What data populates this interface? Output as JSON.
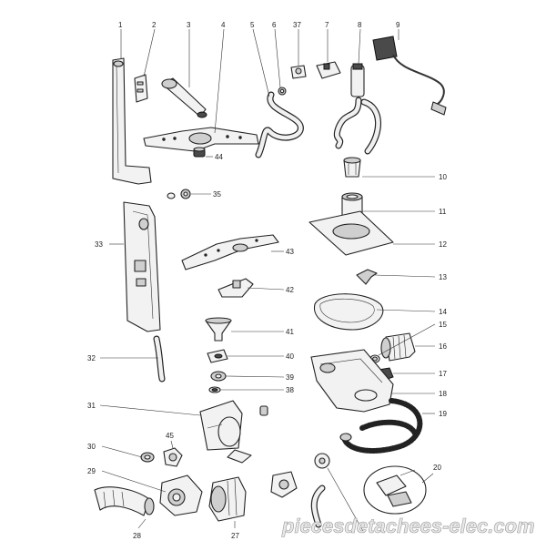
{
  "callouts": {
    "c1": "1",
    "c2": "2",
    "c3": "3",
    "c4": "4",
    "c5": "5",
    "c6": "6",
    "c37": "37",
    "c7": "7",
    "c8": "8",
    "c9": "9",
    "c44": "44",
    "c10": "10",
    "c35": "35",
    "c11": "11",
    "c33": "33",
    "c12": "12",
    "c43": "43",
    "c13": "13",
    "c42": "42",
    "c14": "14",
    "c15": "15",
    "c41": "41",
    "c16": "16",
    "c40": "40",
    "c32": "32",
    "c17": "17",
    "c39": "39",
    "c38": "38",
    "c18": "18",
    "c31": "31",
    "c19": "19",
    "c45": "45",
    "c30": "30",
    "c20": "20",
    "c29": "29",
    "c28": "28",
    "c27": "27"
  },
  "watermark": "piecesdetachees-elec.com"
}
